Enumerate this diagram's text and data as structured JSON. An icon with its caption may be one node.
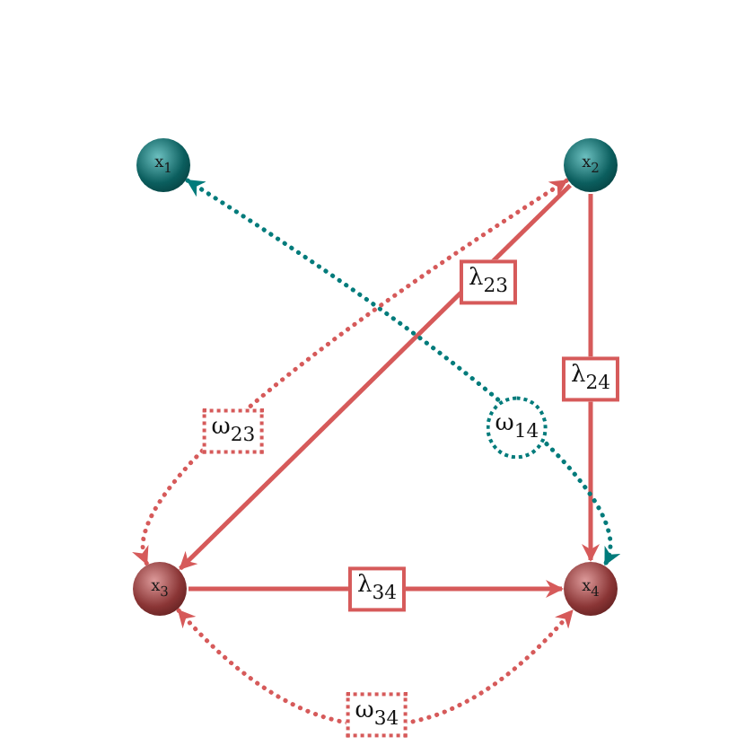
{
  "diagram": {
    "nodes": [
      {
        "text": [
          "x$_{1}$"
        ]
      },
      {
        "text": [
          "x$_{2}$"
        ]
      },
      {
        "text": [
          "x$_{3}$"
        ]
      },
      {
        "text": [
          "x$_{4}$"
        ]
      }
    ],
    "edges": [
      {
        "from": 1,
        "to": 2,
        "arrow": "to",
        "label": "λ$_{23}$"
      },
      {
        "from": 1,
        "to": 3,
        "arrow": "to",
        "label": "λ$_{24}$"
      },
      {
        "from": 2,
        "to": 3,
        "arrow": "to",
        "label": "λ$_{34}$"
      },
      {
        "from": 0,
        "to": 3,
        "arrow": "both",
        "label": "ω$_{14}$",
        "style": "dashed",
        "color": "#007b7b"
      },
      {
        "from": 1,
        "to": 2,
        "arrow": "both",
        "label": "ω$_{23}$",
        "style": "dashed"
      },
      {
        "from": 2,
        "to": 3,
        "arrow": "both",
        "label": "ω$_{34}$",
        "style": "dashed"
      }
    ]
  }
}
